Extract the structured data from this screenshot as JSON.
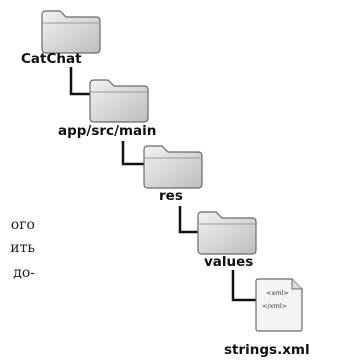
{
  "tree": {
    "nodes": [
      {
        "label": "CatChat",
        "icon": "folder-icon"
      },
      {
        "label": "app/src/main",
        "icon": "folder-icon"
      },
      {
        "label": "res",
        "icon": "folder-icon"
      },
      {
        "label": "values",
        "icon": "folder-icon"
      },
      {
        "label": "strings.xml",
        "icon": "xml-file-icon",
        "file_tags": [
          "<xml>",
          "</xml>"
        ]
      }
    ]
  },
  "side_text": [
    "ого",
    "ить",
    "до-"
  ],
  "colors": {
    "folder_fill": "#d6d6d6",
    "folder_stroke": "#6a6a6a",
    "connector": "#111111",
    "label": "#111111",
    "side_text": "#222222"
  }
}
